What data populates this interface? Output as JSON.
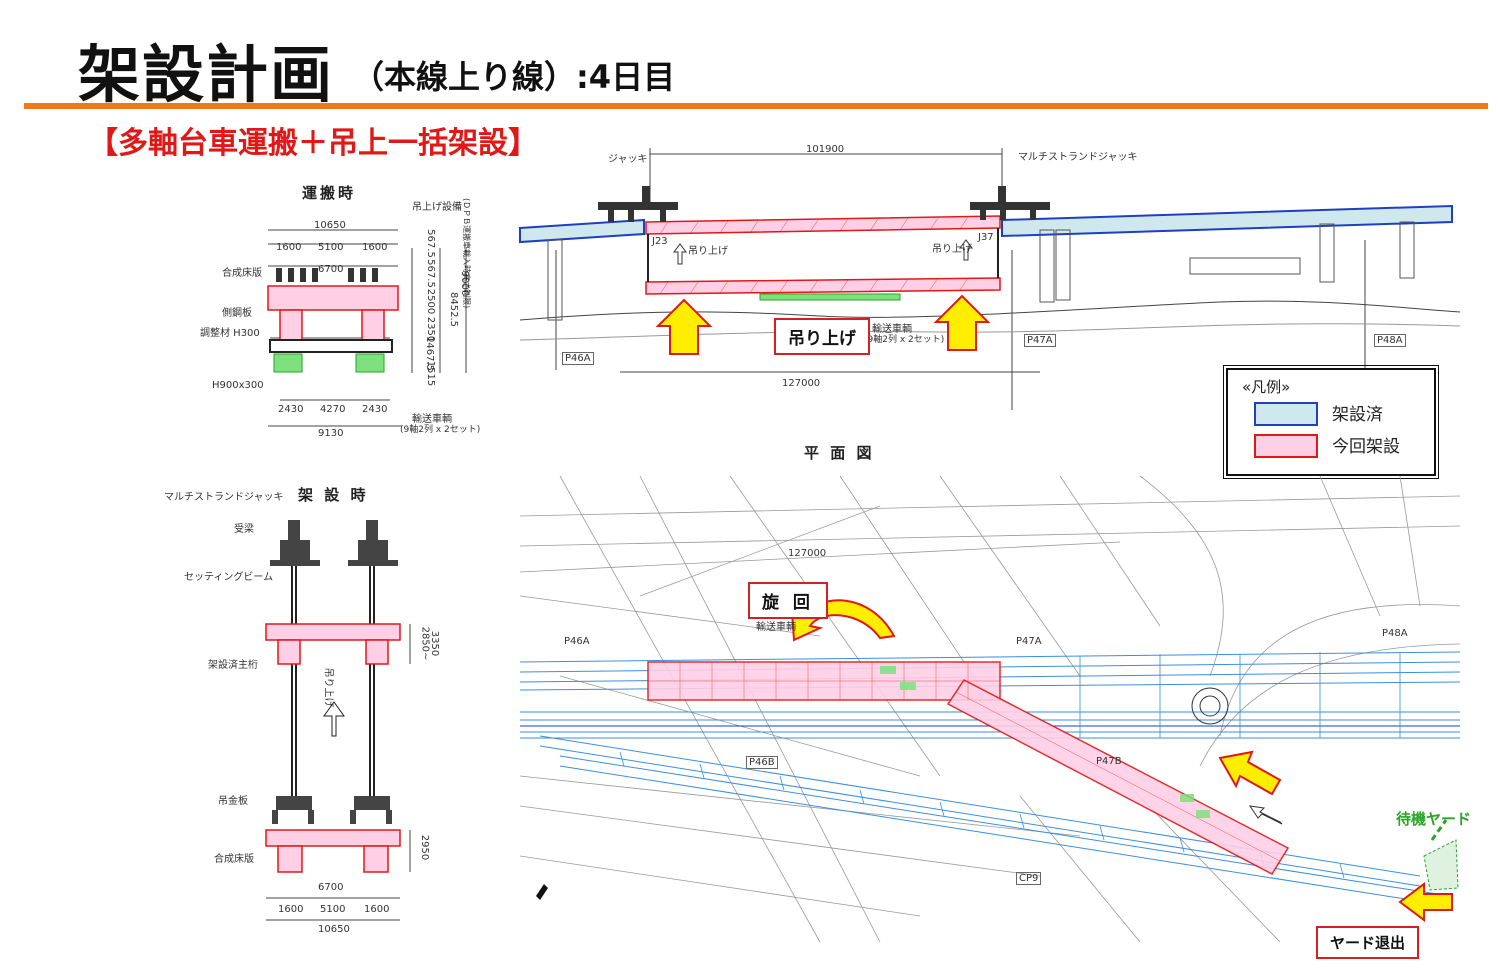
{
  "header": {
    "title": "架設計画",
    "subtitle": "（本線上り線）:4日目",
    "method": "【多軸台車運搬＋吊上一括架設】"
  },
  "colors": {
    "accent_rule": "#f07a1a",
    "method_text": "#e01818",
    "installed_fill": "#cfe8ee",
    "installed_border": "#1f3fbf",
    "current_fill": "#ffcfe6",
    "current_border": "#e01818",
    "arrow_fill": "#ffee00",
    "arrow_border": "#e01818",
    "wait_yard": "#2aa52a"
  },
  "transport_section": {
    "caption": "運搬時",
    "dims_top": [
      "10650",
      "1600",
      "5100",
      "1600",
      "6700"
    ],
    "dims_right": [
      "567.5",
      "567.5",
      "2500",
      "2350",
      "1467.5",
      "1515"
    ],
    "dims_far_right": [
      "8452.5",
      "9000",
      "(ＤＰＢ運搬車載入時高さ制限)"
    ],
    "dims_bottom": [
      "2430",
      "4270",
      "2430",
      "9130"
    ],
    "labels": {
      "lift_equipment": "吊上げ設備",
      "composite_deck": "合成床版",
      "side_plate": "側鋼板",
      "adjust_member": "調整材 H300",
      "h_beam": "H900x300",
      "transport_vehicle": "輸送車輌",
      "transport_vehicle_spec": "(9軸2列 x 2セット)"
    }
  },
  "erection_section": {
    "caption": "架 設 時",
    "labels": {
      "jack": "マルチストランドジャッキ",
      "receiving_beam": "受梁",
      "setting_beam": "セッティングビーム",
      "erection_girder": "架設済主桁",
      "lift_up": "吊り上げ",
      "hanger_plate": "吊金板",
      "composite_deck": "合成床版"
    },
    "dims_right": [
      "2850~",
      "3350",
      "2950"
    ],
    "dims_bottom": [
      "6700",
      "1600",
      "5100",
      "1600",
      "10650"
    ]
  },
  "elevation": {
    "top_dim": "101900",
    "bottom_dim": "127000",
    "jack_label": "マルチストランドジャッキ",
    "jack_label_left": "ジャッキ",
    "pier_labels": [
      "J23",
      "J37"
    ],
    "lift_note_left": "吊り上げ",
    "lift_note_right": "吊り上げ",
    "vehicle_note": "輸送車輌",
    "vehicle_note_spec": "(9軸2列 x 2セット)",
    "pier_tags": [
      "P46A",
      "P47A",
      "P48A"
    ],
    "callout": "吊り上げ"
  },
  "plan": {
    "caption": "平 面 図",
    "dim": "127000",
    "rotation_callout": "旋 回",
    "vehicle_note": "輸送車輌",
    "pier_tags": [
      "P46A",
      "P47A",
      "P48A",
      "P46B",
      "P47B",
      "CP9"
    ],
    "wait_yard": "待機ヤード",
    "exit_callout": "ヤード退出"
  },
  "legend": {
    "title": "«凡例»",
    "items": [
      {
        "label": "架設済",
        "fill": "#cfe8ee",
        "border": "#1f3fbf"
      },
      {
        "label": "今回架設",
        "fill": "#ffcfe6",
        "border": "#e01818"
      }
    ]
  }
}
